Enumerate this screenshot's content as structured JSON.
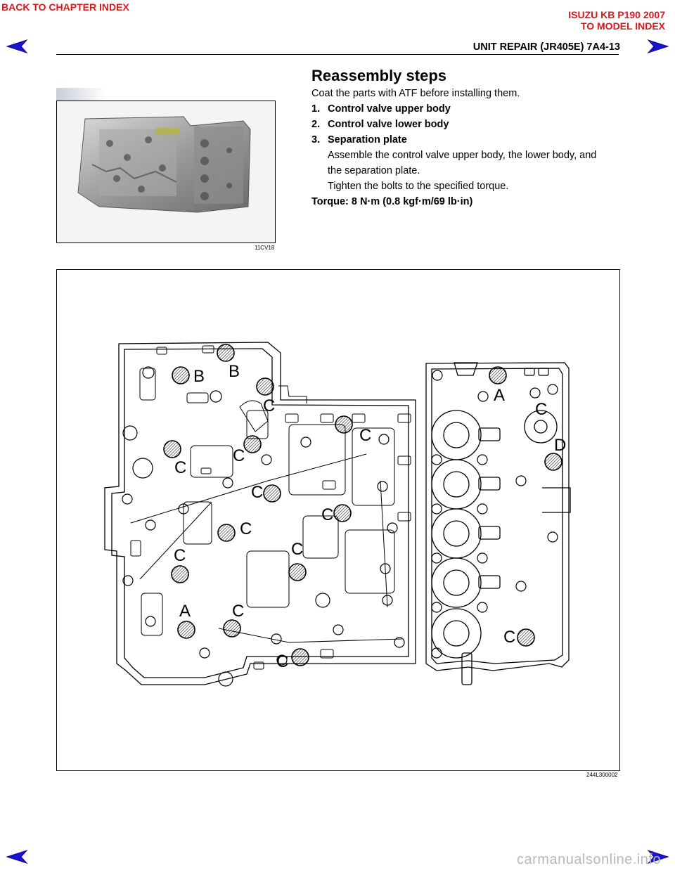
{
  "nav": {
    "back_to_chapter": "BACK TO CHAPTER INDEX",
    "model_title": "ISUZU KB P190 2007",
    "to_model_index": "TO MODEL INDEX"
  },
  "header": {
    "title": "UNIT REPAIR (JR405E)  7A4-13"
  },
  "figure1": {
    "label": "11CV18"
  },
  "section": {
    "heading": "Reassembly steps",
    "intro": "Coat the parts with ATF before installing them.",
    "steps": [
      {
        "num": "1.",
        "text": "Control valve upper body"
      },
      {
        "num": "2.",
        "text": "Control valve lower body"
      },
      {
        "num": "3.",
        "text": "Separation plate"
      }
    ],
    "note1": "Assemble the control valve upper body, the lower body, and",
    "note2": "the separation plate.",
    "note3": "Tighten the bolts to the specified torque.",
    "torque": "Torque: 8 N·m (0.8 kgf·m/69 lb·in)"
  },
  "figure2": {
    "label": "244L300002",
    "callouts": [
      "B",
      "B",
      "C",
      "C",
      "C",
      "C",
      "C",
      "C",
      "C",
      "C",
      "C",
      "C",
      "A",
      "A",
      "C",
      "D",
      "C"
    ]
  },
  "footer": {
    "watermark": "carmanualsonline.info"
  },
  "colors": {
    "link_red": "#d9181d",
    "arrow_fill": "#1a12d6"
  }
}
